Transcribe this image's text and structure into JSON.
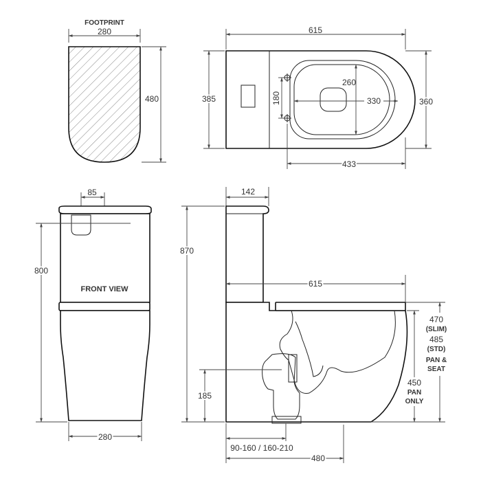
{
  "footprint": {
    "title": "FOOTPRINT",
    "width": "280",
    "depth": "480"
  },
  "top_view": {
    "overall_length": "615",
    "cistern_depth": "385",
    "bowl_width": "360",
    "bowl_inner_length": "260",
    "bowl_inner_width": "330",
    "fixing_spacing": "180",
    "outlet_to_front": "433"
  },
  "front_view": {
    "title": "FRONT VIEW",
    "button_offset": "85",
    "height": "800",
    "base_width": "280"
  },
  "side_view": {
    "cistern_depth": "142",
    "overall_height": "870",
    "pan_length": "615",
    "seat_height_slim": "470",
    "seat_height_slim_label": "(SLIM)",
    "seat_height_std": "485",
    "seat_height_std_label": "(STD)",
    "seat_height_note_1": "PAN &",
    "seat_height_note_2": "SEAT",
    "pan_only_height": "450",
    "pan_only_note_1": "PAN",
    "pan_only_note_2": "ONLY",
    "outlet_height": "185",
    "setout_range": "90-160  /  160-210",
    "base_length": "480"
  },
  "colors": {
    "line": "#111111",
    "text": "#333333",
    "hatch": "#888888"
  }
}
